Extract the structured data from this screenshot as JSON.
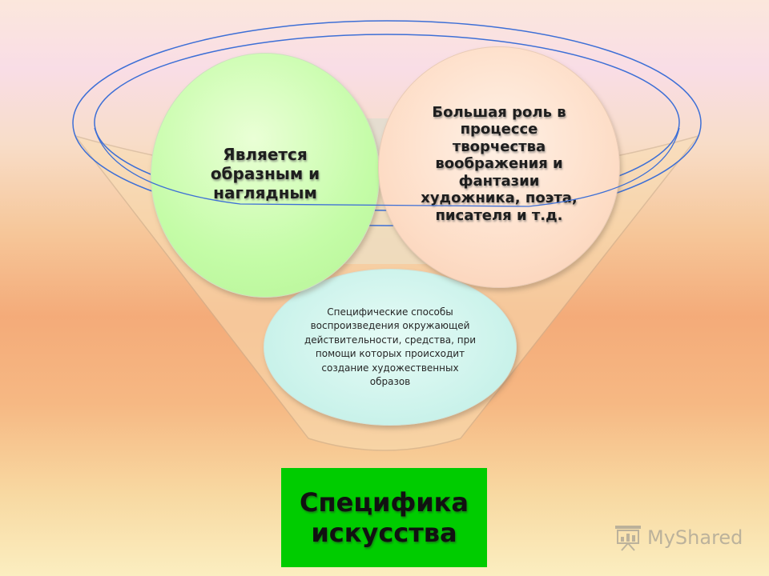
{
  "diagram": {
    "circle_left": {
      "text": "Является образным и наглядным"
    },
    "circle_right": {
      "text": "Большая роль в процессе творчества воображения и фантазии художника, поэта, писателя и т.д."
    },
    "ellipse_bottom": {
      "text": "Специфические способы воспроизведения окружающей действительности, средства, при помощи которых происходит создание художественных образов"
    },
    "title_box": {
      "text": "Специфика искусства"
    }
  },
  "watermark": {
    "text": "MyShared",
    "icon": "presentation-board-icon"
  },
  "colors": {
    "title_box": "#00cc00",
    "circle_left": "#c4fca7",
    "circle_right": "#fddcc5",
    "ellipse_bottom": "#c9f2ea",
    "funnel_outline": "#3d6fd6"
  }
}
